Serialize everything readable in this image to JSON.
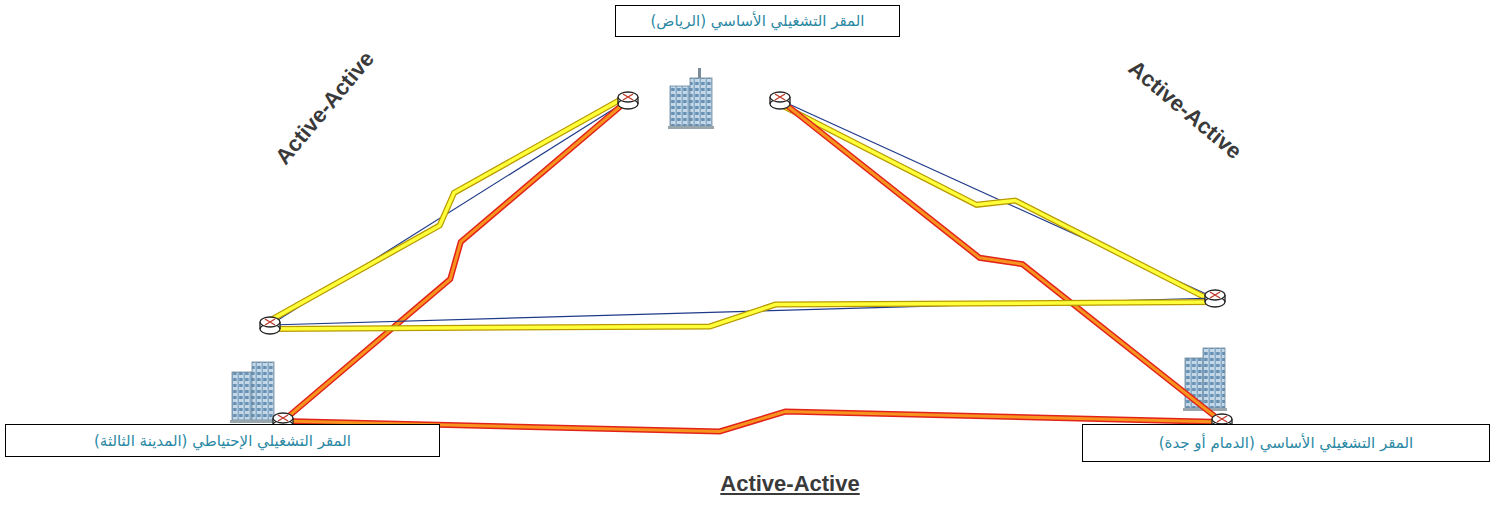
{
  "diagram": {
    "nodes": [
      {
        "text": [
          "المقر التشغيلي الأساسي (الرياض)"
        ]
      },
      {
        "text": [
          "المقر التشغيلي الإحتياطي (المدينة الثالثة)"
        ]
      },
      {
        "text": [
          "المقر التشغيلي الأساسي (الدمام أو جدة)"
        ]
      }
    ],
    "edges": [
      {
        "from": 0,
        "to": 1,
        "arrow": "none"
      },
      {
        "from": 0,
        "to": 1,
        "arrow": "none"
      },
      {
        "from": 0,
        "to": 2,
        "arrow": "none"
      },
      {
        "from": 0,
        "to": 2,
        "arrow": "none"
      },
      {
        "from": 1,
        "to": 2,
        "arrow": "none"
      },
      {
        "from": 1,
        "to": 2,
        "arrow": "none"
      }
    ],
    "labels": [
      "Active-Active",
      "Active-Active",
      "Active-Active"
    ]
  }
}
